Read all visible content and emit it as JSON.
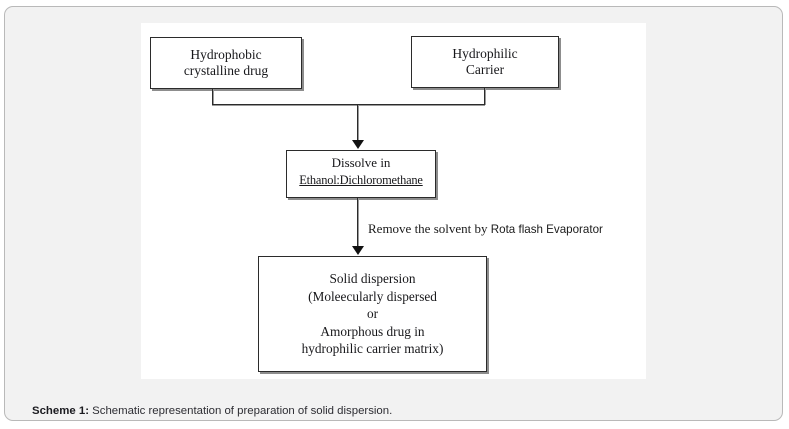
{
  "figure": {
    "caption_label": "Scheme 1:",
    "caption_text": " Schematic representation of preparation of solid dispersion.",
    "background_color": "#f2f2f2",
    "canvas_color": "#ffffff",
    "border_color": "#b9b9b9"
  },
  "diagram": {
    "type": "flowchart",
    "boxes": [
      {
        "id": "hydrophobic-drug",
        "lines": [
          "Hydrophobic",
          "crystalline drug"
        ]
      },
      {
        "id": "hydrophilic-carrier",
        "lines": [
          "Hydrophilic",
          "Carrier"
        ]
      },
      {
        "id": "dissolve",
        "lines": [
          "Dissolve in",
          "Ethanol:Dichloromethane"
        ],
        "underlined_line": "Ethanol:Dichloromethane"
      },
      {
        "id": "solid-dispersion",
        "lines": [
          "Solid dispersion",
          "(Moleecularly dispersed",
          "or",
          "Amorphous drug in",
          "hydrophilic carrier matrix)"
        ]
      }
    ],
    "annotations": [
      {
        "id": "solvent-removal",
        "text": "Remove the solvent by",
        "device": "Rota flash Evaporator"
      }
    ],
    "line_color": "#2b2b2b"
  }
}
